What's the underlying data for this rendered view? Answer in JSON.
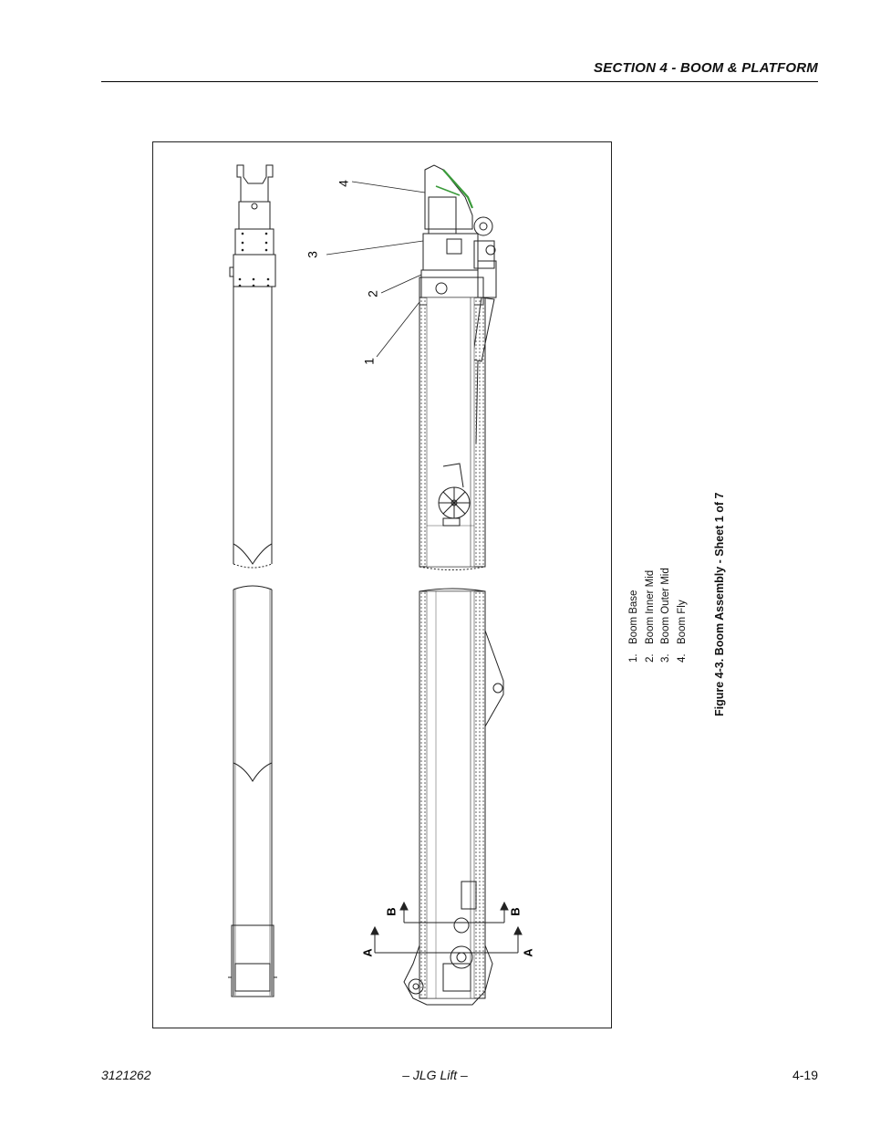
{
  "header": {
    "section_title": "SECTION 4 - BOOM & PLATFORM"
  },
  "figure": {
    "callouts": [
      "1",
      "2",
      "3",
      "4"
    ],
    "section_markers": {
      "a": "A",
      "b": "B"
    },
    "legend": [
      {
        "num": "1.",
        "label": "Boom Base"
      },
      {
        "num": "2.",
        "label": "Boom Inner Mid"
      },
      {
        "num": "3.",
        "label": "Boom Outer Mid"
      },
      {
        "num": "4.",
        "label": "Boom Fly"
      }
    ],
    "caption": "Figure 4-3.  Boom Assembly - Sheet 1 of 7"
  },
  "footer": {
    "doc_number": "3121262",
    "publisher": "– JLG Lift –",
    "page_number": "4-19"
  },
  "colors": {
    "line": "#222222",
    "accent_green": "#3a9a3a"
  }
}
